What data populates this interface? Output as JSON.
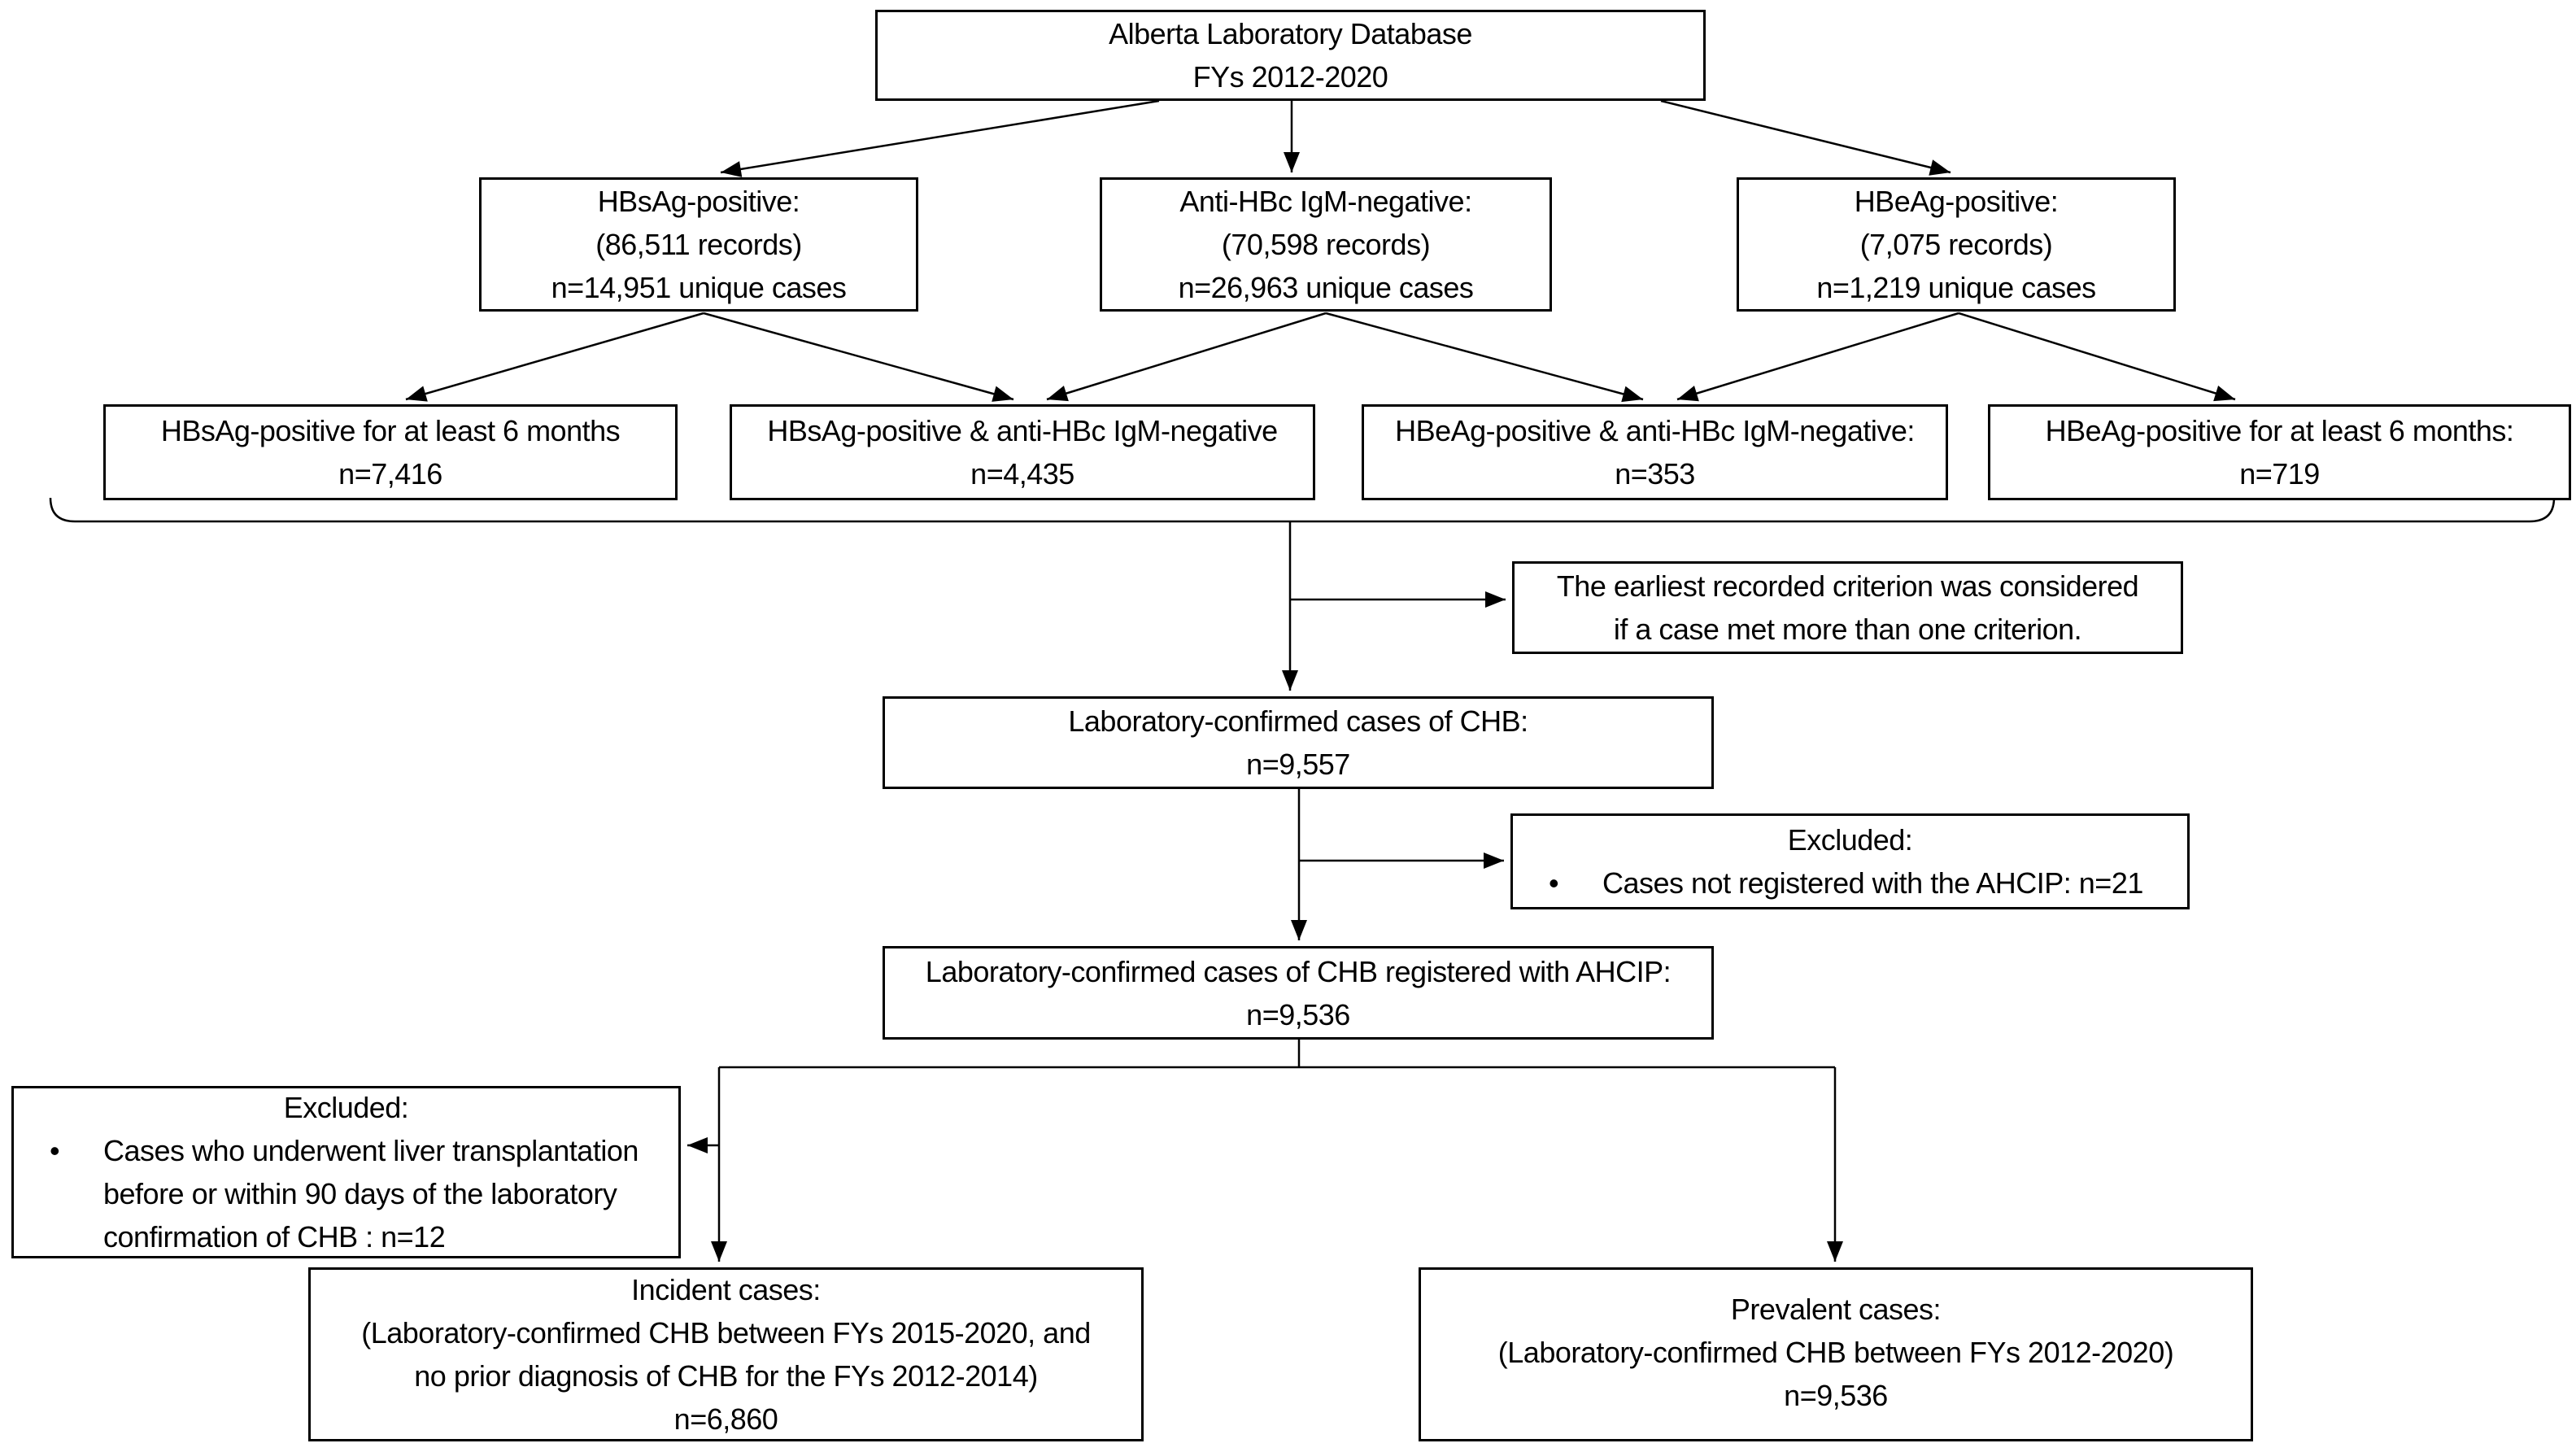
{
  "diagram": {
    "bullet_char": "•",
    "colors": {
      "line": "#000000",
      "box_border": "#000000",
      "background": "#ffffff",
      "text": "#000000"
    },
    "title_box": {
      "line1": "Alberta Laboratory Database",
      "line2": "FYs 2012-2020"
    },
    "level2": {
      "hbsag": {
        "line1": "HBsAg-positive:",
        "line2": "(86,511 records)",
        "line3": "n=14,951 unique cases"
      },
      "antihbc": {
        "line1": "Anti-HBc IgM-negative:",
        "line2": "(70,598 records)",
        "line3": "n=26,963 unique cases"
      },
      "hbeag": {
        "line1": "HBeAg-positive:",
        "line2": "(7,075 records)",
        "line3": "n=1,219 unique cases"
      }
    },
    "level3": {
      "hbsag6m": {
        "line1": "HBsAg-positive for at least 6 months",
        "line2": "n=7,416"
      },
      "hbsag_antihbc": {
        "line1": "HBsAg-positive & anti-HBc IgM-negative",
        "line2": "n=4,435"
      },
      "hbeag_antihbc": {
        "line1": "HBeAg-positive & anti-HBc IgM-negative:",
        "line2": "n=353"
      },
      "hbeag6m": {
        "line1": "HBeAg-positive for at least 6 months:",
        "line2": "n=719"
      }
    },
    "note_box": {
      "line1": "The earliest recorded criterion was considered",
      "line2": "if a case met more than one criterion."
    },
    "confirmed_box": {
      "line1": "Laboratory-confirmed cases of CHB:",
      "line2": "n=9,557"
    },
    "excluded_ahcip_box": {
      "title": "Excluded:",
      "bullet_line": "Cases not registered with the AHCIP: n=21"
    },
    "registered_box": {
      "line1": "Laboratory-confirmed cases of CHB registered with AHCIP:",
      "line2": "n=9,536"
    },
    "excluded_transplant_box": {
      "title": "Excluded:",
      "bullet_lines": {
        "0": "Cases who underwent liver transplantation",
        "1": "before or within 90 days of the laboratory",
        "2": "confirmation of CHB : n=12"
      }
    },
    "incident_box": {
      "line1": "Incident cases:",
      "line2": "(Laboratory-confirmed CHB between FYs 2015-2020, and",
      "line3": "no prior diagnosis of CHB for the FYs 2012-2014)",
      "line4": "n=6,860"
    },
    "prevalent_box": {
      "line1": "Prevalent cases:",
      "line2": "(Laboratory-confirmed CHB between FYs 2012-2020)",
      "line3": "n=9,536"
    }
  }
}
